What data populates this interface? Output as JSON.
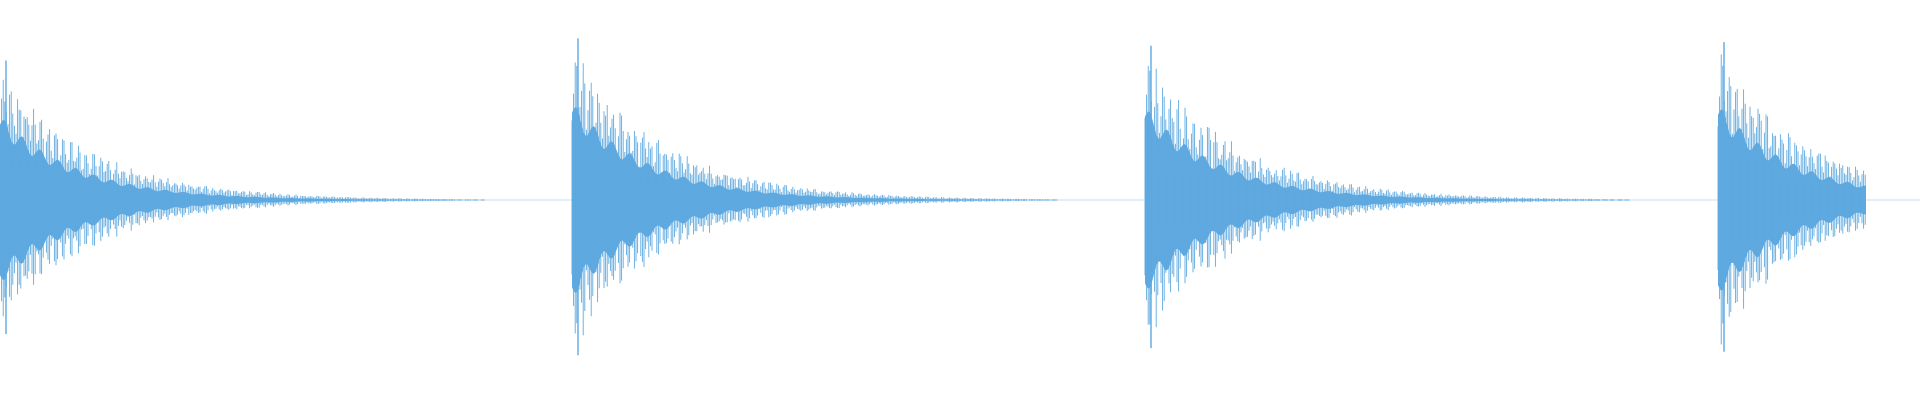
{
  "waveform": {
    "color": "#5fa9e0",
    "burst_count": 4,
    "amplitude_scale": "normalized",
    "bursts": [
      {
        "index": 1,
        "peak_amplitude": 0.76,
        "decay": "exponential",
        "tail_extent": 0.98
      },
      {
        "index": 2,
        "peak_amplitude": 0.88,
        "decay": "exponential",
        "tail_extent": 0.98
      },
      {
        "index": 3,
        "peak_amplitude": 0.84,
        "decay": "exponential",
        "tail_extent": 0.98
      },
      {
        "index": 4,
        "peak_amplitude": 0.86,
        "decay": "exponential",
        "tail_extent": 0.3,
        "clipped_at_edge": true
      }
    ]
  }
}
